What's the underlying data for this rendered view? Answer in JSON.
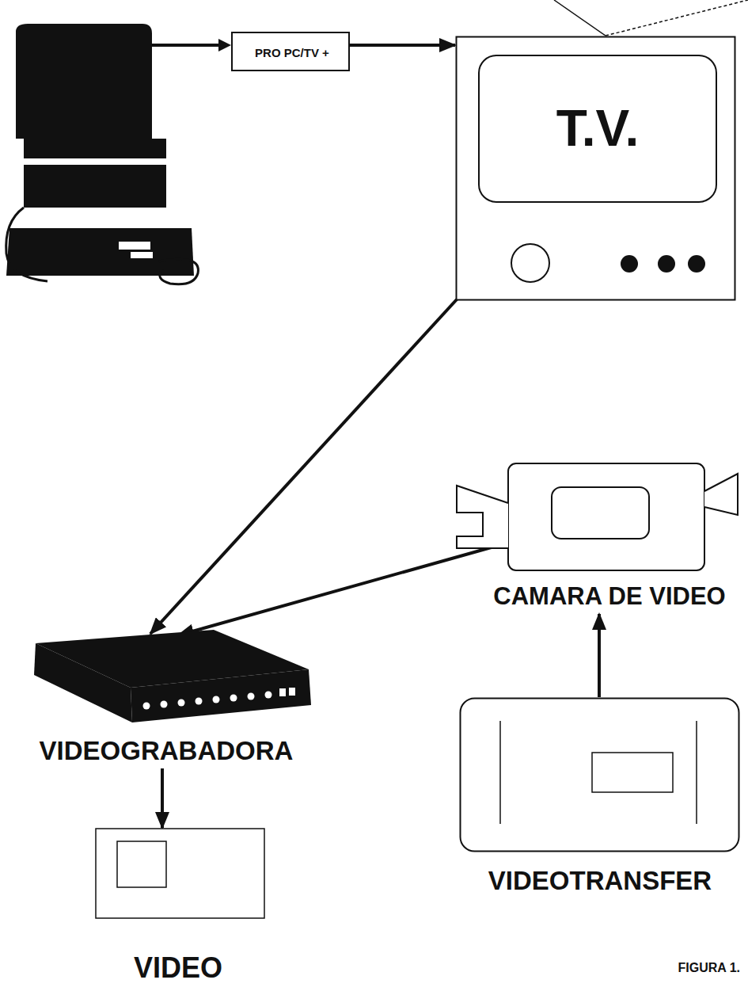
{
  "diagram": {
    "caption": "FIGURA 1.",
    "nodes": [
      {
        "text": [
          "PRO PC/TV +"
        ]
      },
      {
        "text": [
          "T.V."
        ]
      },
      {
        "text": [
          "CAMARA DE VIDEO"
        ]
      },
      {
        "text": [
          "VIDEOGRABADORA"
        ]
      },
      {
        "text": [
          "VIDEOTRANSFER"
        ]
      },
      {
        "text": [
          "VIDEO"
        ]
      }
    ],
    "edges": [
      {
        "from": 0,
        "to": 1,
        "arrow": "to"
      },
      {
        "from": 1,
        "to": 3,
        "arrow": "to"
      },
      {
        "from": 2,
        "to": 3,
        "arrow": "to"
      },
      {
        "from": 4,
        "to": 2,
        "arrow": "to"
      },
      {
        "from": 3,
        "to": 5,
        "arrow": "to"
      }
    ]
  }
}
